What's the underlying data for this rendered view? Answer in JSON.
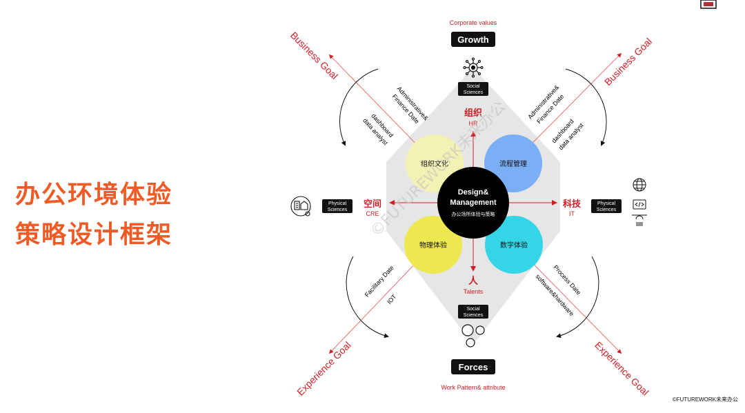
{
  "title": {
    "line1": "办公环境体验",
    "line2": "策略设计框架"
  },
  "top": {
    "caption": "Corporate values",
    "badge": "Growth"
  },
  "bottom": {
    "badge": "Forces",
    "caption": "Work Pattern& attribute"
  },
  "social": {
    "line1": "Social",
    "line2": "Sciences"
  },
  "physical": {
    "line1": "Physical",
    "line2": "Sciences"
  },
  "axes": {
    "up": {
      "cn": "组织",
      "en": "HR"
    },
    "down": {
      "cn": "人",
      "en": "Talents"
    },
    "left": {
      "cn": "空间",
      "en": "CRE"
    },
    "right": {
      "cn": "科技",
      "en": "IT"
    }
  },
  "center": {
    "line1": "Design&",
    "line2": "Management",
    "sub": "办公场所体验与策略"
  },
  "circles": {
    "tl": {
      "label": "组织文化",
      "color": "#f3f1b4"
    },
    "tr": {
      "label": "流程管理",
      "color": "#7aaef5"
    },
    "bl": {
      "label": "物理体验",
      "color": "#ede84f"
    },
    "br": {
      "label": "数字体验",
      "color": "#33d5e6"
    }
  },
  "goals": {
    "business_left": "Business Goal",
    "business_right": "Business Goal",
    "experience_left": "Experience Goal",
    "experience_right": "Experience Goal"
  },
  "diag": {
    "tl_a1": "Administrative&",
    "tl_a2": "Finance Date",
    "tl_b1": "dashboard",
    "tl_b2": "data analyst",
    "tr_a1": "Administrative&",
    "tr_a2": "Finance Date",
    "tr_b1": "dashboard",
    "tr_b2": "data analyst",
    "bl_a": "Facilitary Date",
    "bl_b": "IOT",
    "br_a": "Process Date",
    "br_b": "software&hardware"
  },
  "watermark": "©FUTUREWORK未来办公",
  "copyright": "©FUTUREWORK未来办公",
  "colors": {
    "accent_red": "#d11f26",
    "title_orange": "#f05a24",
    "diamond_gray": "#e6e6e6"
  }
}
